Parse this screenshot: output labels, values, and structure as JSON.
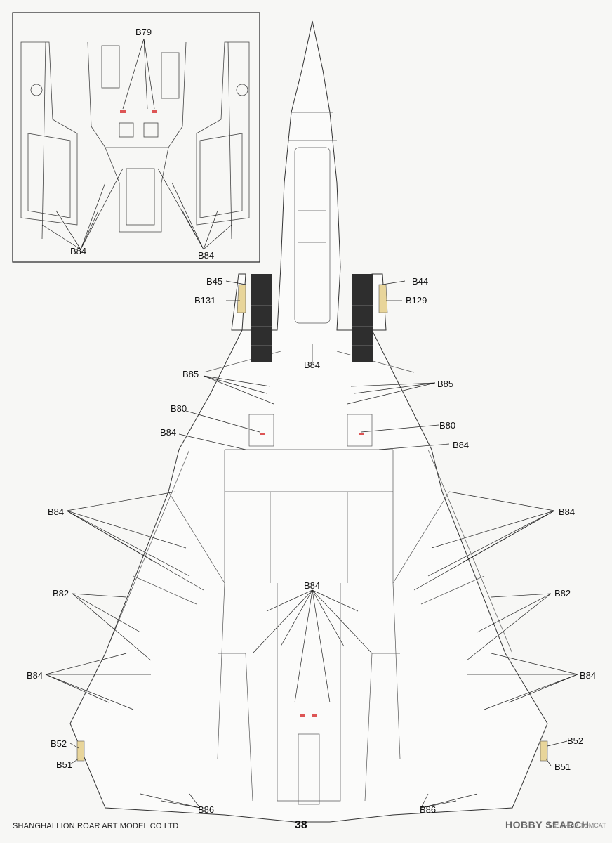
{
  "inset": {
    "labels": {
      "b79": "B79",
      "b84_left": "B84",
      "b84_right": "B84"
    }
  },
  "callouts": {
    "b45": "B45",
    "b44": "B44",
    "b131": "B131",
    "b129": "B129",
    "b84_center_top": "B84",
    "b85_left": "B85",
    "b85_right": "B85",
    "b80_left": "B80",
    "b80_right": "B80",
    "b84_left_mid": "B84",
    "b84_right_mid": "B84",
    "b84_left_wing": "B84",
    "b84_right_wing": "B84",
    "b84_center": "B84",
    "b82_left": "B82",
    "b82_right": "B82",
    "b84_left_low": "B84",
    "b84_right_low": "B84",
    "b52_left": "B52",
    "b52_right": "B52",
    "b51_left": "B51",
    "b51_right": "B51",
    "b86_left": "B86",
    "b86_right": "B86"
  },
  "footer": {
    "company": "SHANGHAI LION ROAR ART MODEL CO LTD",
    "page_number": "38",
    "right_text": "1/48 F-14A TOMCAT",
    "watermark": "HOBBY SEARCH"
  },
  "colors": {
    "panel": "#333333",
    "accent": "#e8d59a",
    "line": "#222222"
  }
}
